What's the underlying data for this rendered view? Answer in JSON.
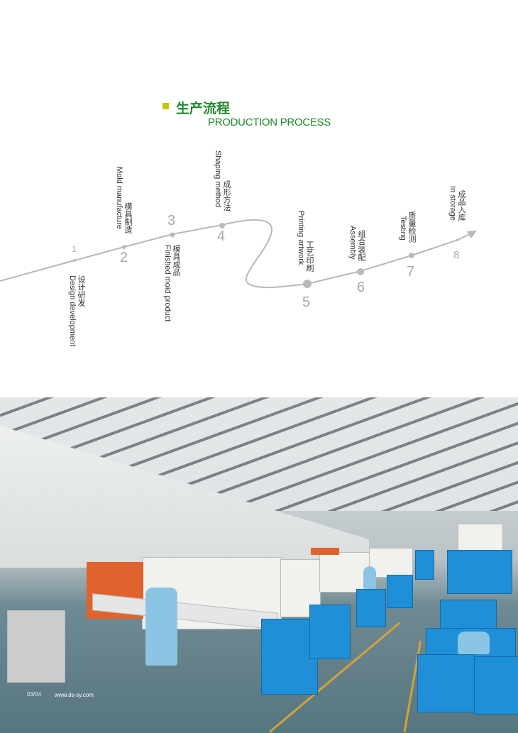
{
  "header": {
    "title_cn": "生产流程",
    "title_en": "PRODUCTION PROCESS",
    "accent": "#c9c400",
    "title_color": "#1e8a2a"
  },
  "steps": [
    {
      "num": "1",
      "cn": "设计研发",
      "en": "Design development"
    },
    {
      "num": "2",
      "cn": "模具制造",
      "en": "Mold manufacture"
    },
    {
      "num": "3",
      "cn": "模具成品",
      "en": "Finished moid product"
    },
    {
      "num": "4",
      "cn": "成形方法",
      "en": "Shaping method"
    },
    {
      "num": "5",
      "cn": "工艺印刷",
      "en": "Printing artwork"
    },
    {
      "num": "6",
      "cn": "组合装配",
      "en": "Assembly"
    },
    {
      "num": "7",
      "cn": "质量检测",
      "en": "Testing"
    },
    {
      "num": "8",
      "cn": "成品入库",
      "en": "In storage"
    }
  ],
  "footer": {
    "page": "03/04",
    "url": "www.ds-sy.com"
  }
}
